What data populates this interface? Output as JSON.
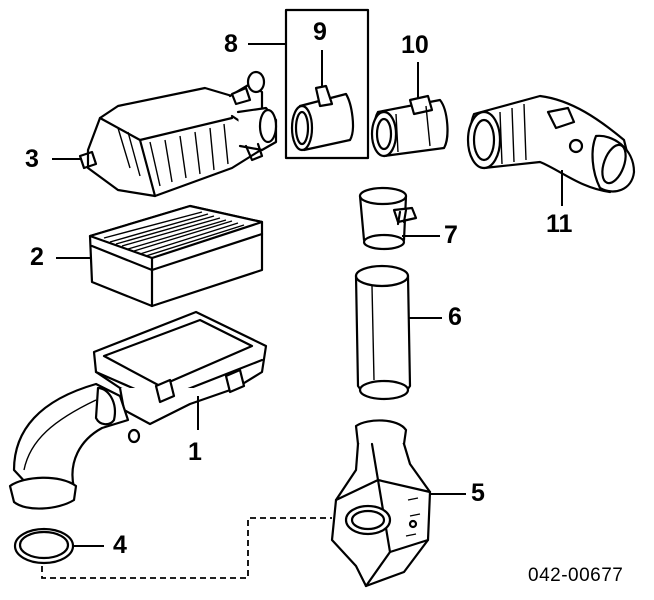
{
  "diagram": {
    "reference_number": "042-00677",
    "callouts": [
      {
        "id": "1",
        "label": "1"
      },
      {
        "id": "2",
        "label": "2"
      },
      {
        "id": "3",
        "label": "3"
      },
      {
        "id": "4",
        "label": "4"
      },
      {
        "id": "5",
        "label": "5"
      },
      {
        "id": "6",
        "label": "6"
      },
      {
        "id": "7",
        "label": "7"
      },
      {
        "id": "8",
        "label": "8"
      },
      {
        "id": "9",
        "label": "9"
      },
      {
        "id": "10",
        "label": "10"
      },
      {
        "id": "11",
        "label": "11"
      }
    ]
  },
  "colors": {
    "line": "#000000",
    "background": "#ffffff",
    "shade": "#d9d9d9"
  }
}
